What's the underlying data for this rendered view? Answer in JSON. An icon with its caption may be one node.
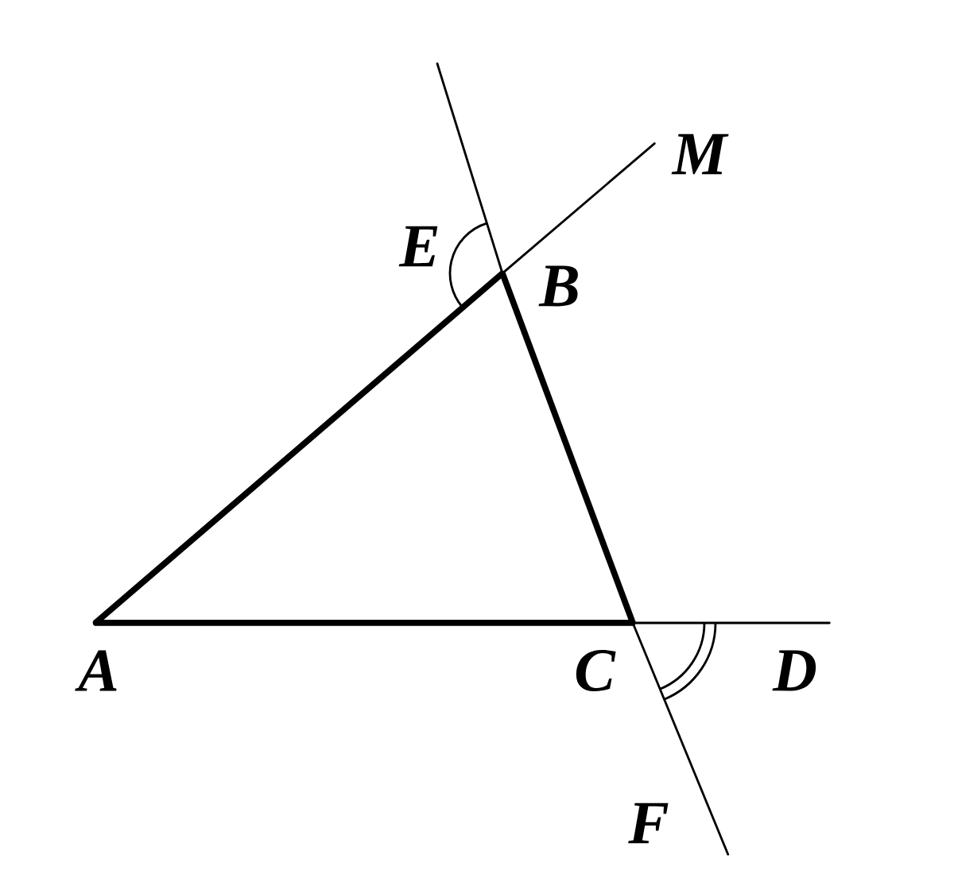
{
  "diagram": {
    "nodes": [
      {
        "text": [
          "A"
        ]
      },
      {
        "text": [
          "B"
        ]
      },
      {
        "text": [
          "C"
        ]
      },
      {
        "text": [
          "D"
        ]
      },
      {
        "text": [
          "M"
        ]
      },
      {
        "text": [
          "F"
        ]
      }
    ],
    "edges": [
      {
        "from": 0,
        "to": 1,
        "arrow": "none",
        "style": "thick"
      },
      {
        "from": 1,
        "to": 2,
        "arrow": "none",
        "style": "thick"
      },
      {
        "from": 2,
        "to": 0,
        "arrow": "none",
        "style": "thick"
      },
      {
        "from": 1,
        "to": 4,
        "arrow": "none"
      },
      {
        "from": 2,
        "to": 3,
        "arrow": "none"
      },
      {
        "from": 2,
        "to": 5,
        "arrow": "none"
      },
      {
        "from": 1,
        "to": null,
        "arrow": "none"
      }
    ],
    "labels": [
      "E"
    ]
  }
}
